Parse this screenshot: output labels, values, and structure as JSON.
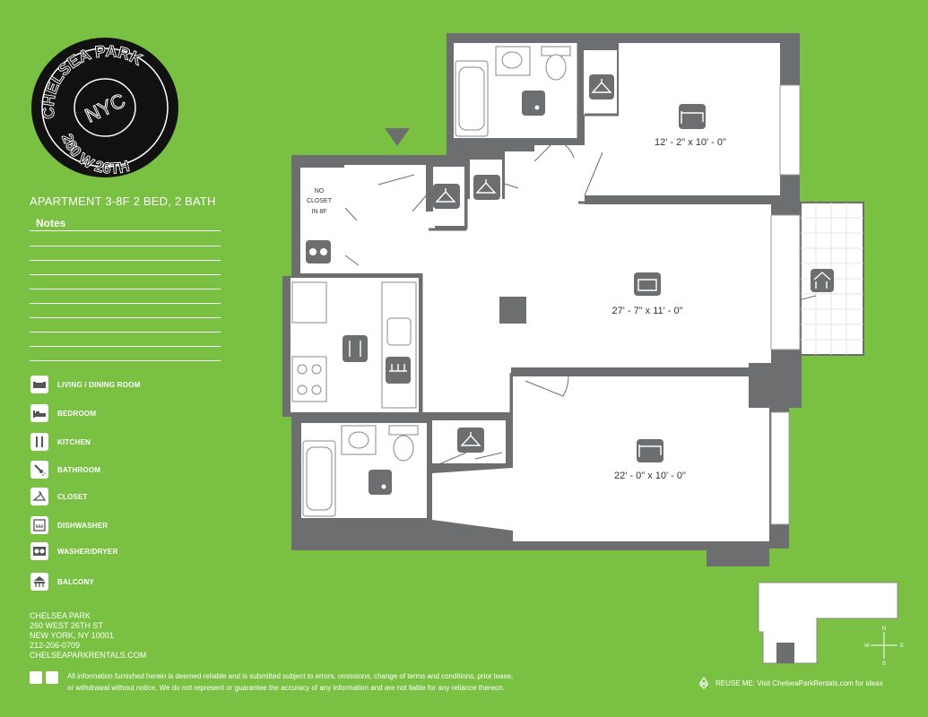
{
  "logo": {
    "name": "CHELSEA PARK",
    "monogram": "NYC",
    "address": "260 W 26TH"
  },
  "apartment": {
    "title": "APARTMENT 3-8F  2 BED, 2 BATH",
    "notes_label": "Notes"
  },
  "legend": [
    {
      "icon": "sofa-icon",
      "label": "LIVING / DINING ROOM"
    },
    {
      "icon": "bed-icon",
      "label": "BEDROOM"
    },
    {
      "icon": "fork-knife-icon",
      "label": "KITCHEN"
    },
    {
      "icon": "shower-icon",
      "label": "BATHROOM"
    },
    {
      "icon": "hanger-icon",
      "label": "CLOSET"
    },
    {
      "icon": "dishwasher-icon",
      "label": "DISHWASHER"
    },
    {
      "icon": "washer-dryer-icon",
      "label": "WASHER/DRYER"
    },
    {
      "icon": "balcony-icon",
      "label": "BALCONY"
    }
  ],
  "plan": {
    "no_closet_line1": "NO",
    "no_closet_line2": "CLOSET",
    "no_closet_line3": "IN 8F",
    "bedroom1_dim": "12' - 2\" x 10' - 0\"",
    "living_dim": "27' - 7\" x 11' - 0\"",
    "bedroom2_dim": "22' - 0\" x 10' - 0\""
  },
  "address": {
    "line1": "CHELSEA PARK",
    "line2": "260 WEST 26TH ST",
    "line3": "NEW YORK, NY 10001",
    "line4": "212-206-0709",
    "line5": "CHELSEAPARKRENTALS.COM"
  },
  "disclaimer": {
    "line1": "All information furnished herein is deemed reliable and is submitted subject to errors, omissions, change of terms and conditions, prior lease,",
    "line2": "or withdrawal without notice.  We do not represent or guarantee the accuracy of any information and are not liable for any reliance thereon."
  },
  "reuse": "REUSE ME: Visit ChelseaParkRentals.com for ideas",
  "compass": {
    "n": "N",
    "s": "S",
    "e": "E",
    "w": "W"
  },
  "colors": {
    "background": "#79c043",
    "wall": "#6d6e70",
    "floor": "#ffffff",
    "logo": "#111111"
  }
}
